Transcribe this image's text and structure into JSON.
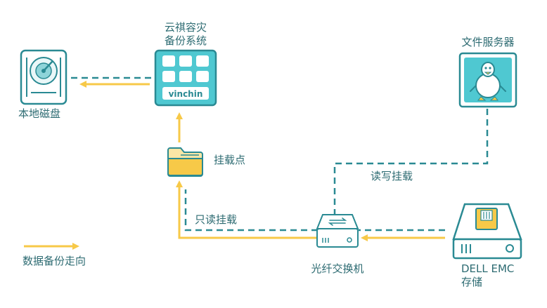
{
  "nodes": {
    "backup_system": {
      "label_line1": "云祺容灾",
      "label_line2": "备份系统",
      "logo": "vinchin"
    },
    "local_disk": {
      "label": "本地磁盘"
    },
    "file_server": {
      "label": "文件服务器"
    },
    "mount_point": {
      "label": "挂载点"
    },
    "switch": {
      "label": "光纤交换机"
    },
    "storage": {
      "label_line1": "DELL EMC",
      "label_line2": "存储"
    }
  },
  "edges": {
    "read_write_mount": "读写挂载",
    "read_only_mount": "只读挂载"
  },
  "legend": {
    "label": "数据备份走向"
  },
  "colors": {
    "teal": "#2a8a93",
    "teal_light": "#4fc8d1",
    "yellow": "#f7c948",
    "yellow_light": "#fbe6a6",
    "text": "#2d6b72"
  },
  "icons": [
    "hard-disk-icon",
    "app-grid-icon",
    "linux-tux-icon",
    "folder-icon",
    "switch-icon",
    "storage-array-icon"
  ]
}
